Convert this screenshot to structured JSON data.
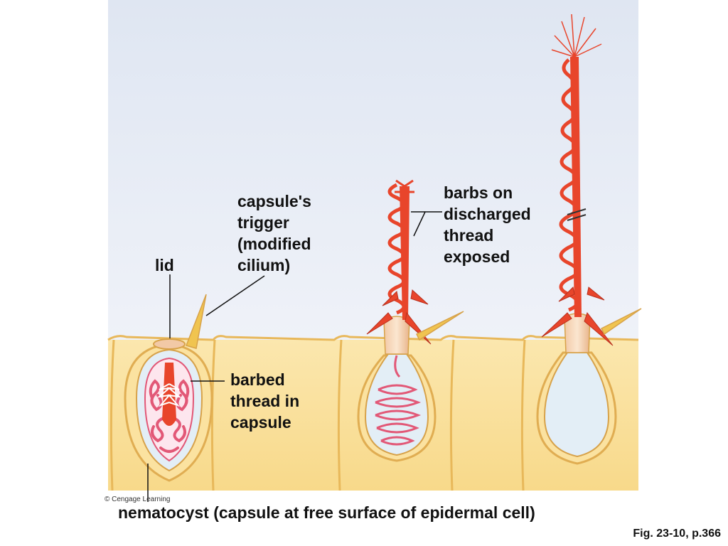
{
  "labels": {
    "lid": "lid",
    "trigger": [
      "capsule's",
      "trigger",
      "(modified",
      "cilium)"
    ],
    "barbs_discharged": [
      "barbs on",
      "discharged",
      "thread",
      "exposed"
    ],
    "barbed_thread": [
      "barbed",
      "thread in",
      "capsule"
    ]
  },
  "caption": "nematocyst (capsule at free surface of epidermal cell)",
  "figure_ref": "Fig. 23-10, p.366",
  "copyright": "© Cengage Learning",
  "colors": {
    "sky_top": "#dfe6f2",
    "sky_bottom": "#f4f6fb",
    "cell_fill": "#fbe2a0",
    "cell_border": "#e8b85a",
    "capsule_fill": "#e3eef6",
    "thread_red": "#e8452b",
    "thread_pink": "#e25877",
    "trigger_yellow": "#f0c450"
  }
}
